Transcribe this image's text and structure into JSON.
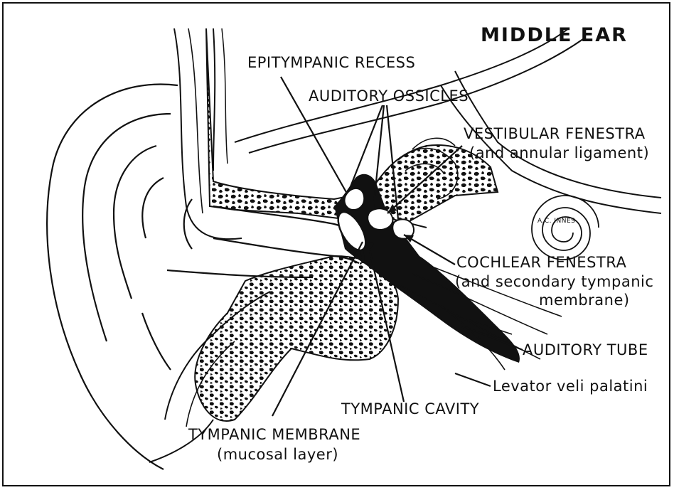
{
  "title": "MIDDLE EAR",
  "signature": "A.C. INNES",
  "labels": {
    "epitympanic_recess": "EPITYMPANIC RECESS",
    "auditory_ossicles": "AUDITORY OSSICLES",
    "vestibular_fenestra": "VESTIBULAR FENESTRA",
    "vestibular_fenestra_sub": "(and annular ligament)",
    "cochlear_fenestra": "COCHLEAR FENESTRA",
    "cochlear_fenestra_sub1": "(and secondary tympanic",
    "cochlear_fenestra_sub2": "membrane)",
    "auditory_tube": "AUDITORY TUBE",
    "levator": "Levator veli palatini",
    "tympanic_cavity": "TYMPANIC CAVITY",
    "tympanic_membrane": "TYMPANIC MEMBRANE",
    "tympanic_membrane_sub": "(mucosal layer)"
  },
  "colors": {
    "ink": "#111111",
    "paper": "#ffffff"
  }
}
